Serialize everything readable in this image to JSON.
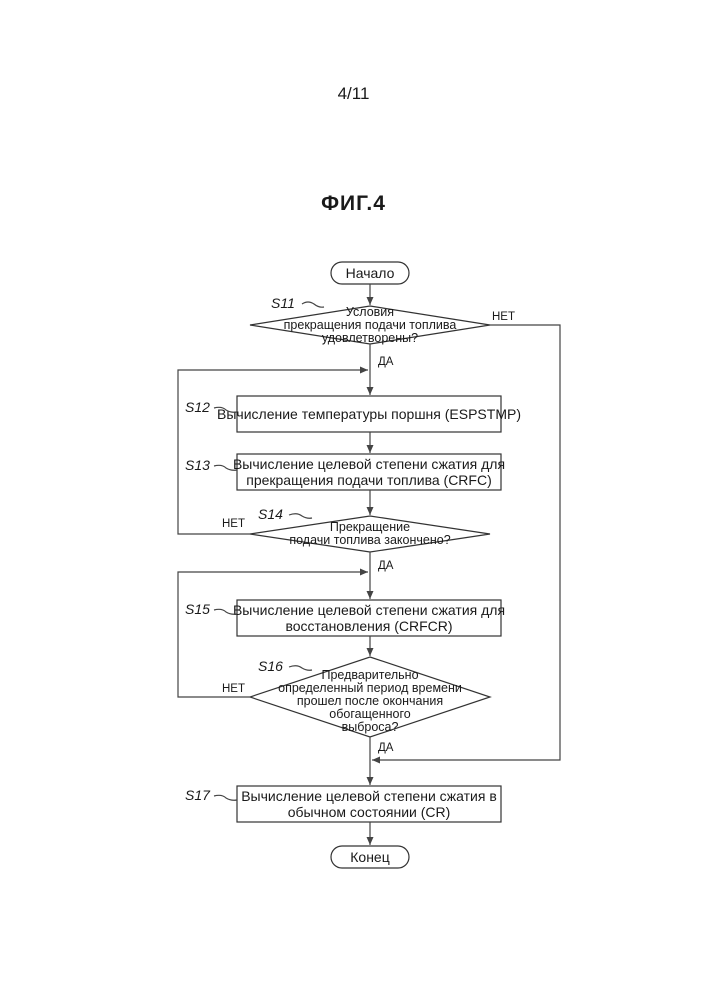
{
  "page_number": "4/11",
  "figure_title": "ФИГ.4",
  "flowchart": {
    "start": "Начало",
    "end": "Конец",
    "steps": {
      "s11": {
        "id": "S11",
        "lines": [
          "Условия",
          "прекращения подачи топлива",
          "удовлетворены?"
        ]
      },
      "s12": {
        "id": "S12",
        "lines": [
          "Вычисление температуры поршня (ESPSTMP)"
        ]
      },
      "s13": {
        "id": "S13",
        "lines": [
          "Вычисление целевой степени сжатия для",
          "прекращения подачи топлива (CRFC)"
        ]
      },
      "s14": {
        "id": "S14",
        "lines": [
          "Прекращение",
          "подачи топлива закончено?"
        ]
      },
      "s15": {
        "id": "S15",
        "lines": [
          "Вычисление целевой степени сжатия для",
          "восстановления (CRFCR)"
        ]
      },
      "s16": {
        "id": "S16",
        "lines": [
          "Предварительно",
          "определенный период времени",
          "прошел после окончания",
          "обогащенного",
          "выброса?"
        ]
      },
      "s17": {
        "id": "S17",
        "lines": [
          "Вычисление целевой степени сжатия в",
          "обычном состоянии (CR)"
        ]
      }
    },
    "branch_labels": {
      "s11_yes": "ДА",
      "s11_no": "НЕТ",
      "s14_yes": "ДА",
      "s14_no": "НЕТ",
      "s16_yes": "ДА",
      "s16_no": "НЕТ"
    }
  }
}
